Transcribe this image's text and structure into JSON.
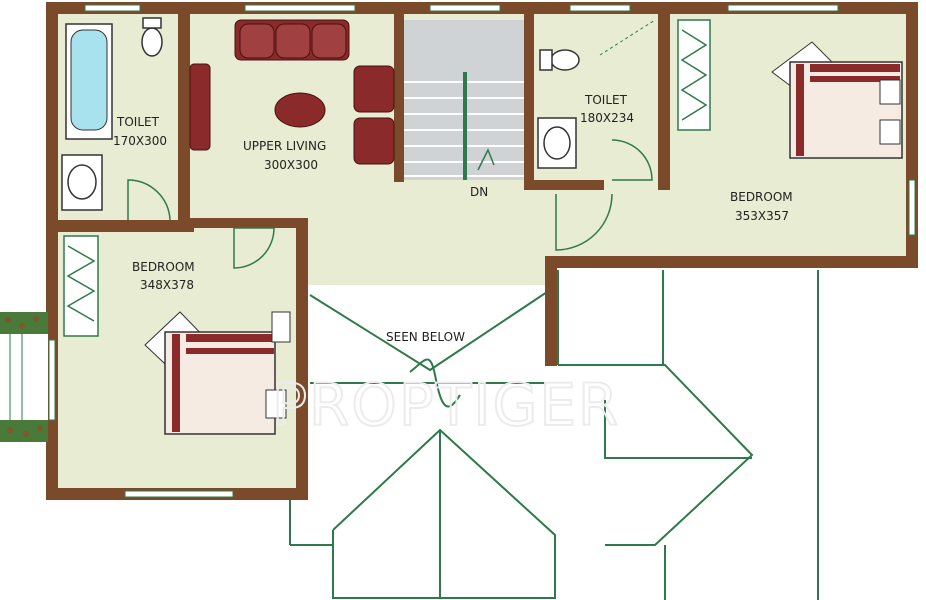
{
  "colors": {
    "wall": "#7b4a2a",
    "floor": "#e8ecd2",
    "line": "#2f7a4a",
    "furniture": "#8a2a2a",
    "bed": "#f6ebe3",
    "tub": "#a8e2ee",
    "stairs": "#cfd3d6"
  },
  "rooms": {
    "toilet_left": {
      "name": "TOILET",
      "size": "170X300"
    },
    "upper_living": {
      "name": "UPPER LIVING",
      "size": "300X300"
    },
    "toilet_right": {
      "name": "TOILET",
      "size": "180X234"
    },
    "bedroom_right": {
      "name": "BEDROOM",
      "size": "353X357"
    },
    "bedroom_left": {
      "name": "BEDROOM",
      "size": "348X378"
    }
  },
  "labels": {
    "stairs_down": "DN",
    "seen_below": "SEEN BELOW",
    "watermark": "PROPTIGER"
  }
}
